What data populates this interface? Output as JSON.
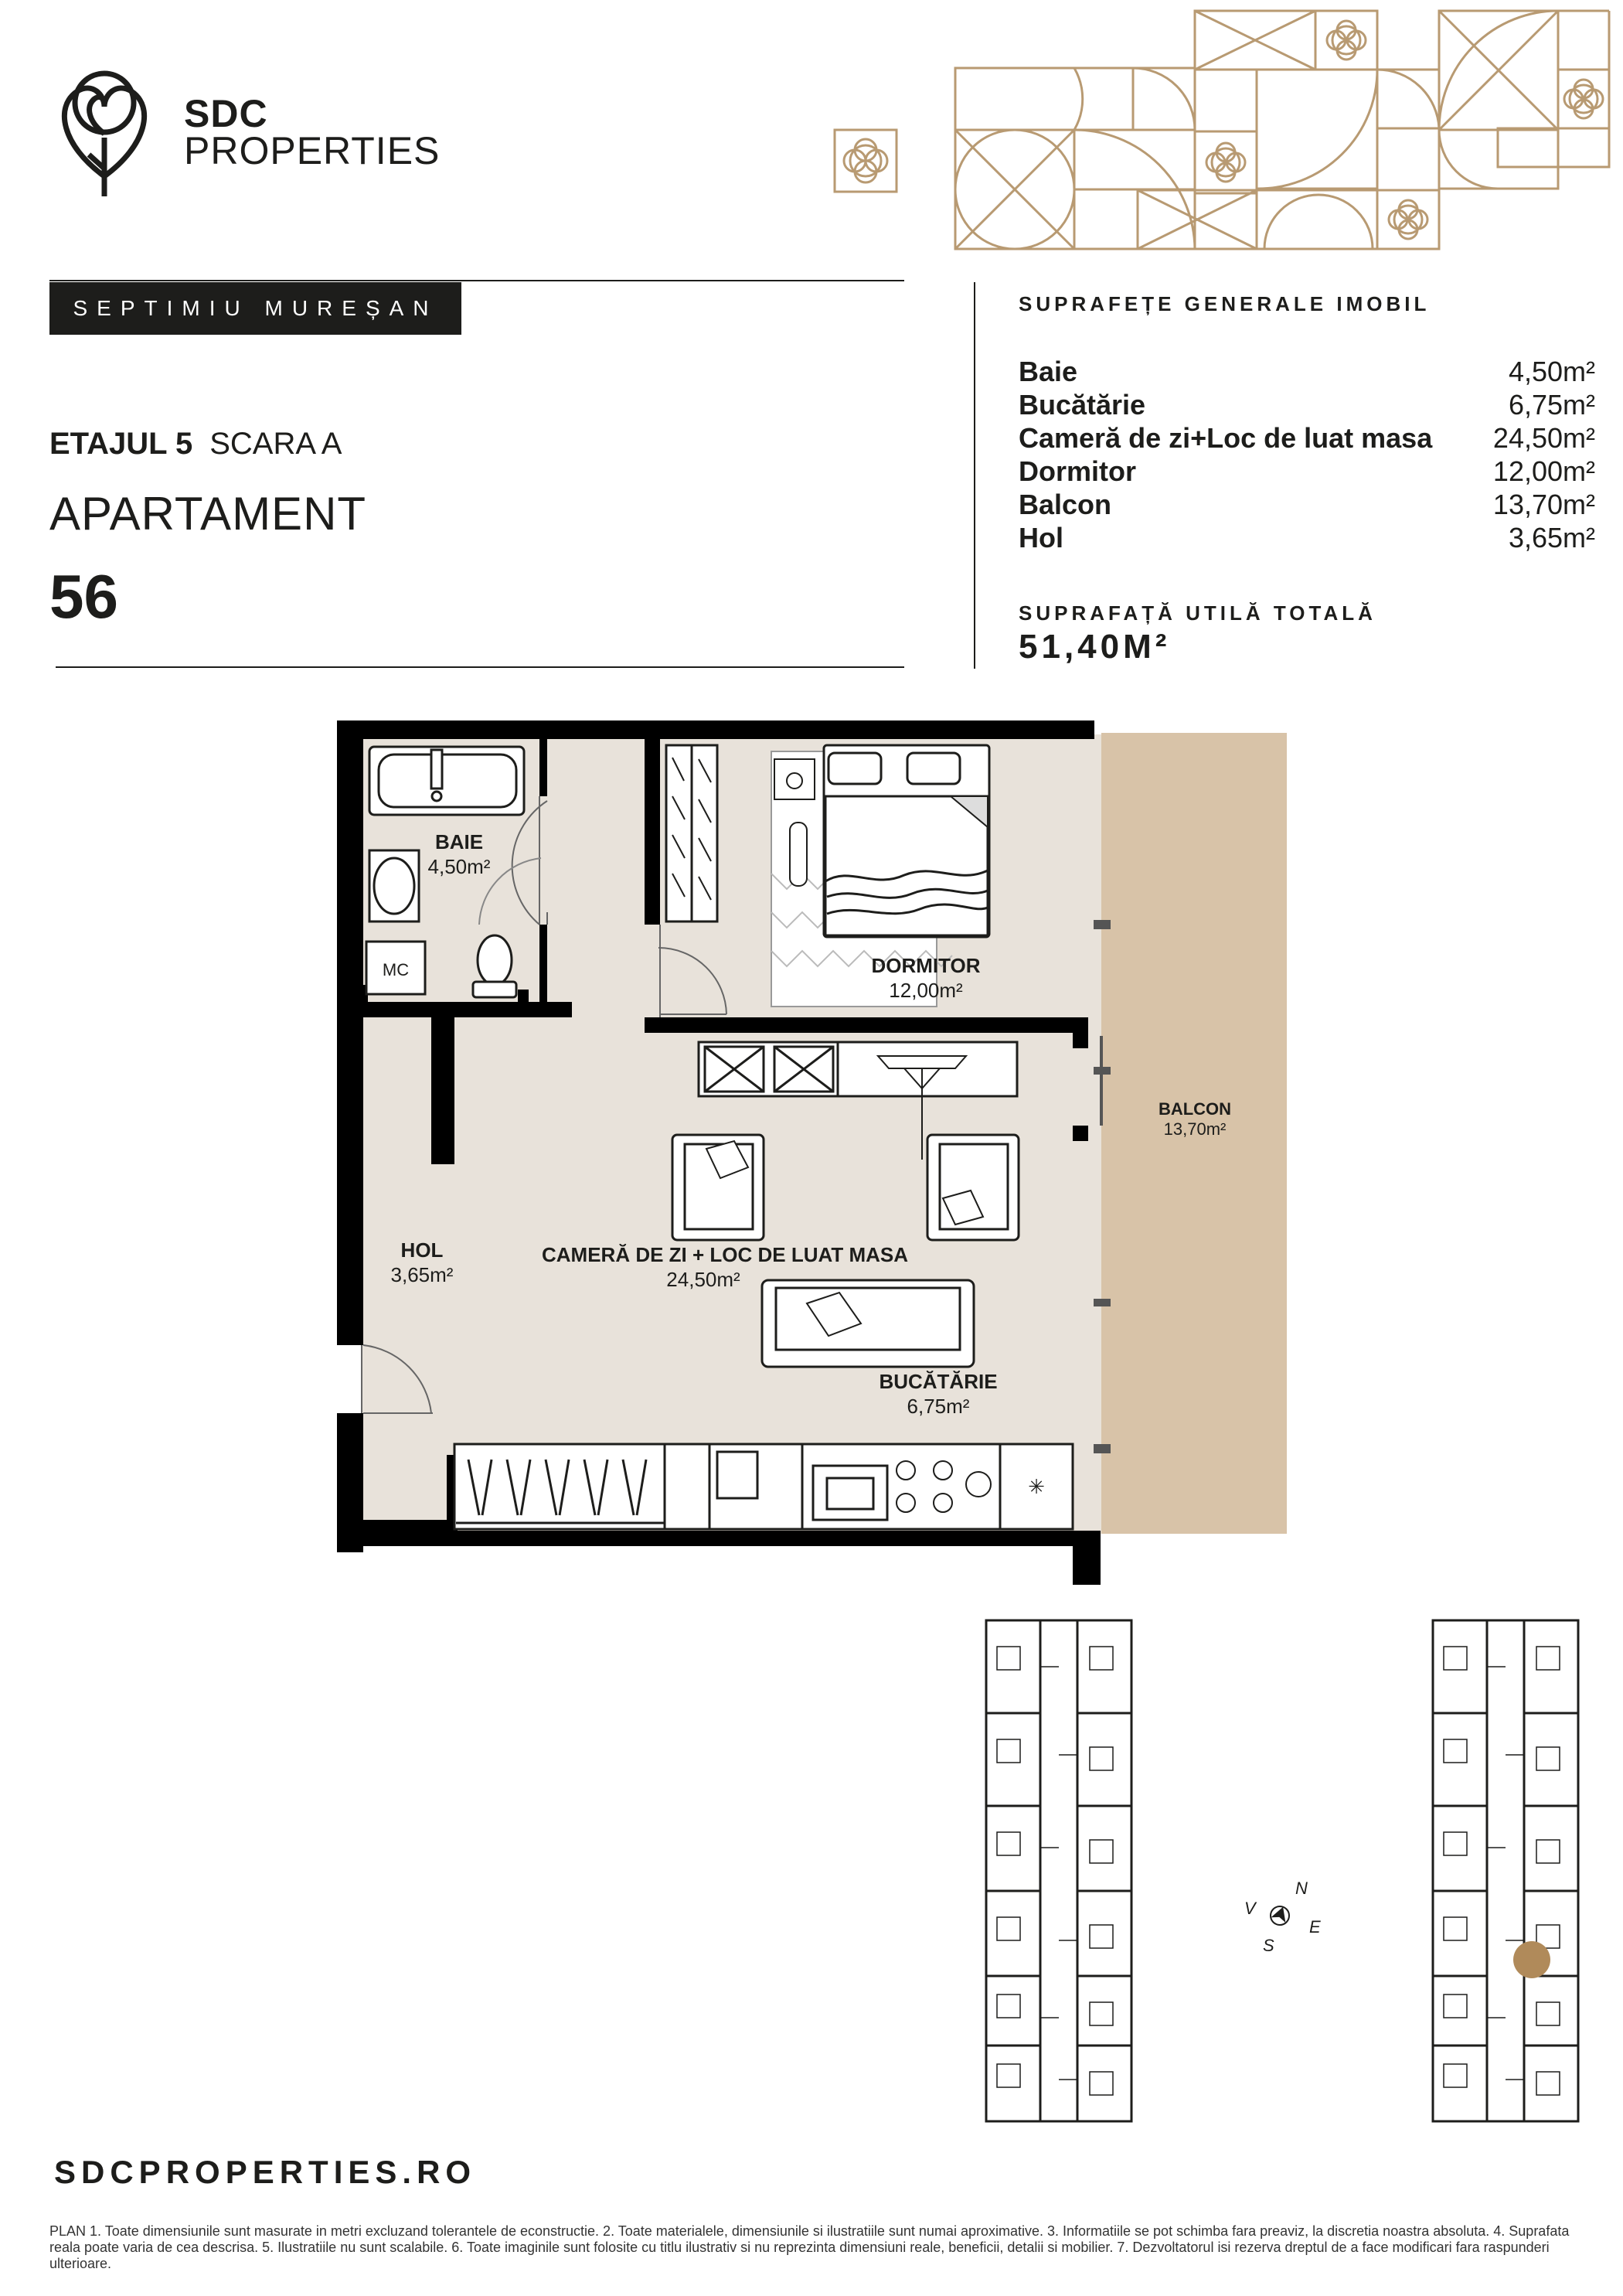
{
  "brand": {
    "name_bold": "SDC",
    "name_regular": "PROPERTIES"
  },
  "project_tag": "SEPTIMIU MUREȘAN",
  "floor": {
    "level": "ETAJUL 5",
    "stair": "SCARA A"
  },
  "apartment": {
    "label": "APARTAMENT",
    "number": "56"
  },
  "areas": {
    "title": "SUPRAFEȚE GENERALE IMOBIL",
    "items": [
      {
        "name": "Baie",
        "value": "4,50m²"
      },
      {
        "name": "Bucătărie",
        "value": "6,75m²"
      },
      {
        "name": "Cameră de zi+Loc de luat masa",
        "value": "24,50m²"
      },
      {
        "name": "Dormitor",
        "value": "12,00m²"
      },
      {
        "name": "Balcon",
        "value": "13,70m²"
      },
      {
        "name": "Hol",
        "value": "3,65m²"
      }
    ],
    "total_title": "SUPRAFAȚĂ UTILĂ TOTALĂ",
    "total_value": "51,40M²"
  },
  "plan": {
    "rooms": {
      "baie": {
        "name": "BAIE",
        "area": "4,50m²"
      },
      "mc": "MC",
      "dormitor": {
        "name": "DORMITOR",
        "area": "12,00m²"
      },
      "balcon": {
        "name": "BALCON",
        "area": "13,70m²"
      },
      "hol": {
        "name": "HOL",
        "area": "3,65m²"
      },
      "camera": {
        "name": "CAMERĂ DE ZI + LOC DE LUAT MASA",
        "area": "24,50m²"
      },
      "bucatarie": {
        "name": "BUCĂTĂRIE",
        "area": "6,75m²"
      }
    }
  },
  "compass": {
    "n": "N",
    "e": "E",
    "s": "S",
    "v": "V"
  },
  "colors": {
    "gold": "#b89a72",
    "floor": "#e8e2da",
    "balcony": "#d8c3a8",
    "wall": "#000000",
    "marker": "#b08a5a"
  },
  "website": "SDCPROPERTIES.RO",
  "disclaimer": "PLAN 1. Toate dimensiunile sunt masurate in metri excluzand tolerantele de econstructie. 2. Toate materialele, dimensiunile si ilustratiile sunt numai aproximative. 3. Informatiile se pot schimba fara preaviz, la discretia noastra absoluta. 4. Suprafata reala poate varia de cea descrisa. 5. Ilustratiile nu sunt scalabile. 6. Toate imaginile sunt folosite cu titlu ilustrativ si nu reprezinta dimensiuni reale, beneficii, detalii si mobilier. 7. Dezvoltatorul isi rezerva dreptul de a face modificari fara raspunderi ulterioare."
}
